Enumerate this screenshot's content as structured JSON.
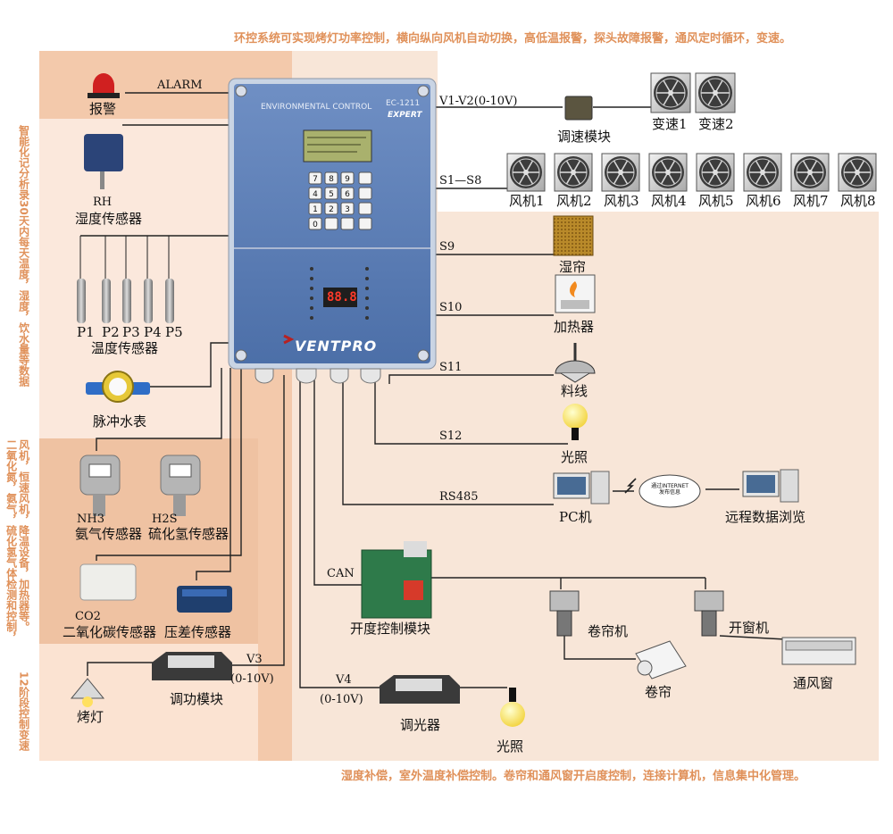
{
  "notes": {
    "top": "环控系统可实现烤灯功率控制，横向纵向风机自动切换，高低温报警，探头故障报警，通风定时循环，变速。",
    "bottom": "湿度补偿，室外温度补偿控制。卷帘和通风窗开启度控制，连接计算机，信息集中化管理。",
    "left_col1": "智能化记分析录30天内每天温度，湿度，饮水量等数据",
    "left_col2a": "二氧化氮，氨气，硫化氢气体检测和控制，",
    "left_col2b": "风机，恒速风机，降温设备，加热器等。",
    "left_col3": "12阶段控制变速"
  },
  "controller": {
    "title": "ENVIRONMENTAL CONTROL",
    "model": "EC-1211",
    "edition": "EXPERT",
    "brand": "VENTPRO",
    "display": "88.8",
    "keypad": [
      "7",
      "8",
      "9",
      "4",
      "5",
      "6",
      "1",
      "2",
      "3",
      "0",
      "",
      ""
    ]
  },
  "left": {
    "alarm_line": "ALARM",
    "alarm": "报警",
    "rh": "RH",
    "humidity_sensor": "湿度传感器",
    "probes": [
      "P1",
      "P2",
      "P3",
      "P4",
      "P5"
    ],
    "temp_sensor": "温度传感器",
    "water_meter": "脉冲水表",
    "nh3": "NH3",
    "nh3_sensor": "氨气传感器",
    "h2s": "H2S",
    "h2s_sensor": "硫化氢传感器",
    "co2": "CO2",
    "co2_sensor": "二氧化碳传感器",
    "pressure_sensor": "压差传感器",
    "v3": "V3",
    "v3_range": "(0-10V)",
    "power_module": "调功模块",
    "heat_lamp": "烤灯"
  },
  "right": {
    "v1v2": "V1-V2(0-10V)",
    "speed_module": "调速模块",
    "var_fans": [
      "变速1",
      "变速2"
    ],
    "s1s8": "S1—S8",
    "fans": [
      "风机1",
      "风机2",
      "风机3",
      "风机4",
      "风机5",
      "风机6",
      "风机7",
      "风机8"
    ],
    "s9": "S9",
    "wet_curtain": "湿帘",
    "s10": "S10",
    "heater": "加热器",
    "s11": "S11",
    "feed_line": "料线",
    "s12": "S12",
    "light1": "光照",
    "rs485": "RS485",
    "pc": "PC机",
    "internet": "通过INTERNET发布信息",
    "remote": "远程数据浏览",
    "can": "CAN",
    "opening_module": "开度控制模块",
    "curtain_machine": "卷帘机",
    "window_machine": "开窗机",
    "curtain": "卷帘",
    "vent_window": "通风窗",
    "v4": "V4",
    "v4_range": "(0-10V)",
    "dimmer": "调光器",
    "light2": "光照"
  }
}
